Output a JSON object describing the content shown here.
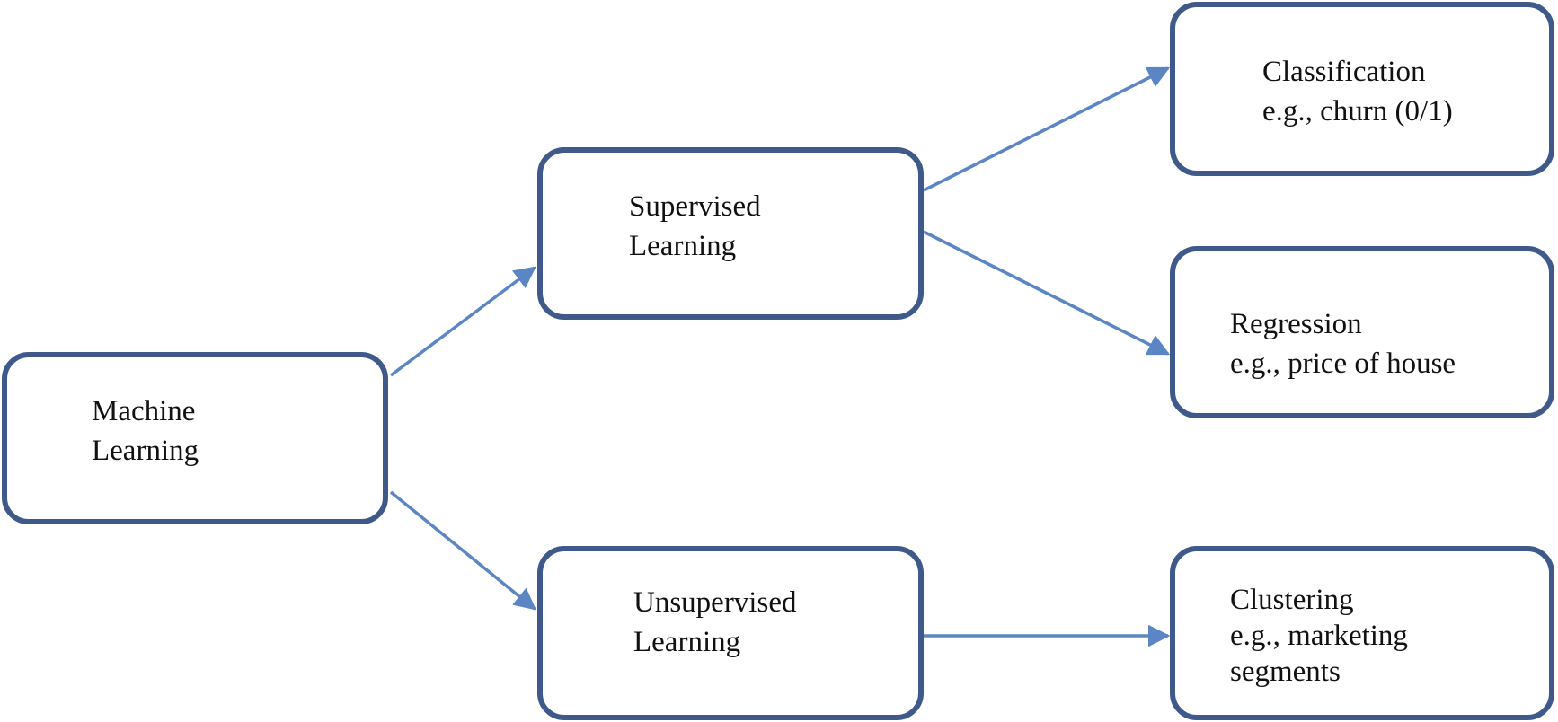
{
  "colors": {
    "box_border": "#3f5a8a",
    "arrow": "#5b85c3",
    "text": "#111111",
    "background": "#ffffff"
  },
  "nodes": {
    "machine_learning": {
      "line1": "Machine",
      "line2": "Learning"
    },
    "supervised": {
      "line1": "Supervised",
      "line2": "Learning"
    },
    "unsupervised": {
      "line1": "Unsupervised",
      "line2": "Learning"
    },
    "classification": {
      "line1": "Classification",
      "line2": "e.g., churn (0/1)"
    },
    "regression": {
      "line1": "Regression",
      "line2": "e.g., price of house"
    },
    "clustering": {
      "line1": "Clustering",
      "line2": "e.g., marketing",
      "line3": "segments"
    }
  },
  "edges": [
    {
      "from": "machine_learning",
      "to": "supervised"
    },
    {
      "from": "machine_learning",
      "to": "unsupervised"
    },
    {
      "from": "supervised",
      "to": "classification"
    },
    {
      "from": "supervised",
      "to": "regression"
    },
    {
      "from": "unsupervised",
      "to": "clustering"
    }
  ]
}
